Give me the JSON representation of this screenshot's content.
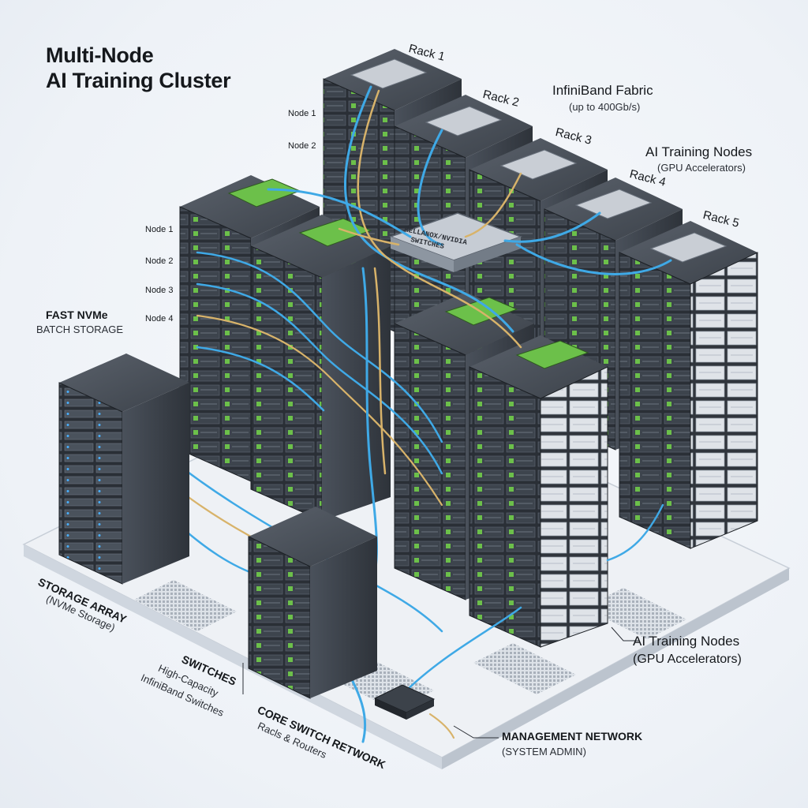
{
  "title": {
    "line1": "Multi-Node",
    "line2": "AI Training Cluster"
  },
  "racks": [
    "Rack 1",
    "Rack 2",
    "Rack 3",
    "Rack 4",
    "Rack 5"
  ],
  "node_labels_back": [
    "Node 1",
    "Node 2"
  ],
  "node_labels_front": [
    "Node 1",
    "Node 2",
    "Node 3",
    "Node 4"
  ],
  "infiniband": {
    "name": "InfiniBand Fabric",
    "detail": "(up to 400Gb/s)"
  },
  "ai_nodes_top": {
    "name": "AI Training Nodes",
    "detail": "(GPU Accelerators)"
  },
  "ai_nodes_bottom": {
    "name": "AI Training Nodes",
    "detail": "(GPU Accelerators)"
  },
  "storage_top": {
    "name": "FAST NVMe",
    "detail": "BATCH STORAGE"
  },
  "storage_array": {
    "name": "STORAGE ARRAY",
    "detail": "(NVMe Storage)"
  },
  "switches": {
    "name": "SWITCHES",
    "line2": "High-Capacity",
    "line3": "InfiniBand Switches"
  },
  "core_switch": {
    "name": "CORE SWITCH RETWORK",
    "detail": "Racls & Routers"
  },
  "management": {
    "name": "MANAGEMENT NETWORK",
    "detail": "(SYSTEM ADMIN)"
  },
  "central_switch_label": {
    "line1": "MELLANOX/NVIDIA",
    "line2": "SWITCHES"
  },
  "colors": {
    "cable_blue": "#3fa9e6",
    "cable_gold": "#d8b36a",
    "rack": "#2c3138",
    "gpu_green": "#6cc04a"
  }
}
